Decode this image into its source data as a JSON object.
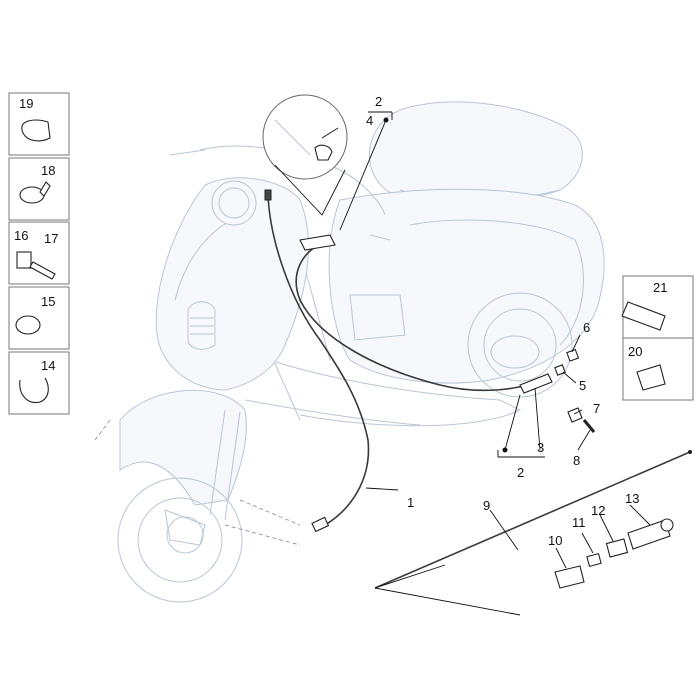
{
  "callouts": {
    "c1": "1",
    "c2a": "2",
    "c2b": "2",
    "c3": "3",
    "c4": "4",
    "c5": "5",
    "c6": "6",
    "c7": "7",
    "c8": "8",
    "c9": "9",
    "c10": "10",
    "c11": "11",
    "c12": "12",
    "c13": "13",
    "c14": "14",
    "c15": "15",
    "c16": "16",
    "c17": "17",
    "c18": "18",
    "c19": "19",
    "c20": "20",
    "c21": "21"
  },
  "icons": {
    "scooter": "scooter-outline-illustration",
    "cable": "brake-cable-icon",
    "clip": "cable-clip-icon",
    "clamp": "hose-clamp-icon",
    "bolt": "screw-icon",
    "ring": "snap-ring-icon",
    "label": "sticker-label-icon",
    "connector": "connector-icon"
  }
}
